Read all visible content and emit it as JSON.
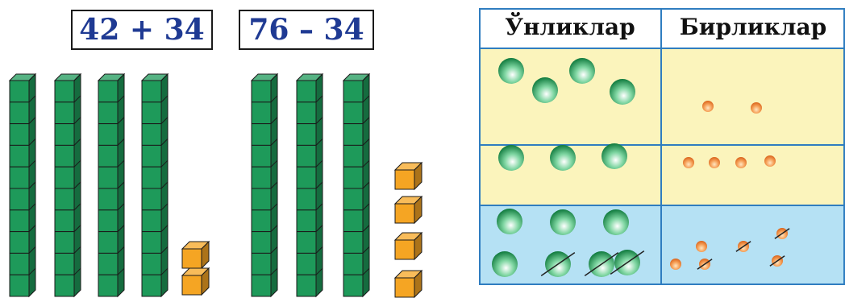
{
  "expressions": {
    "addition": "42 + 34",
    "subtraction": "76 – 34"
  },
  "blocks": {
    "addition": {
      "tens": 4,
      "ones": 2
    },
    "subtraction": {
      "tens": 3,
      "ones": 4
    },
    "colors": {
      "ten_rod": "#1e9a5a",
      "one_cube": "#f5a523",
      "outline": "#1a1a1a"
    }
  },
  "place_value_table": {
    "headers": {
      "tens": "Ўнликлар",
      "ones": "Бирликлар"
    },
    "rows": [
      {
        "tens": 4,
        "ones": 2,
        "crossed_tens": 0,
        "crossed_ones": 0,
        "color": "#fbf4bc"
      },
      {
        "tens": 3,
        "ones": 4,
        "crossed_tens": 0,
        "crossed_ones": 0,
        "color": "#fbf4bc"
      },
      {
        "tens": 7,
        "ones": 6,
        "crossed_tens": 3,
        "crossed_ones": 4,
        "color": "#b5e1f4"
      }
    ],
    "border_color": "#2f7dc0"
  }
}
